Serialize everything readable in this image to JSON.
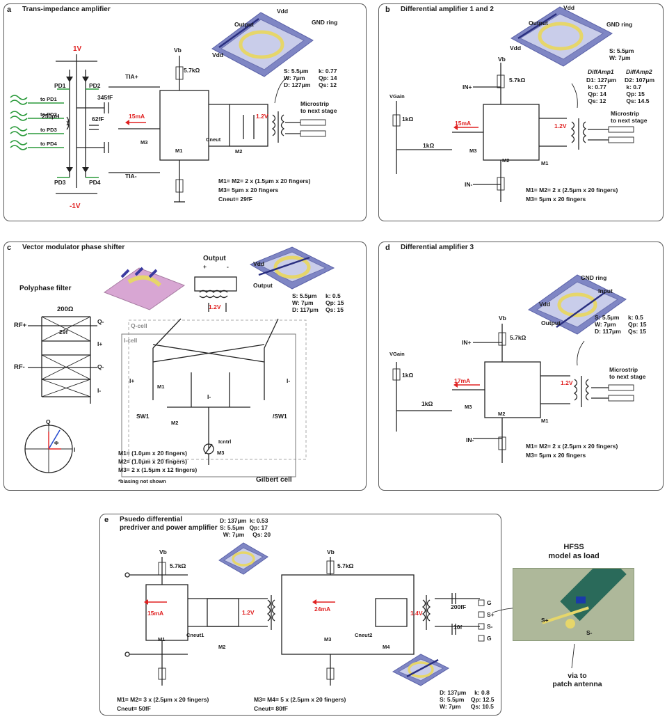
{
  "a": {
    "letter": "a",
    "title": "Trans-impedance amplifier",
    "vdd": "Vdd",
    "gnd_ring": "GND ring",
    "output": "Output",
    "v1": "1V",
    "vneg1": "-1V",
    "vb": "Vb",
    "r": "5.7kΩ",
    "tia_p": "TIA+",
    "tia_n": "TIA-",
    "pd1": "PD1",
    "pd2": "PD2",
    "pd3": "PD3",
    "pd4": "PD4",
    "to_pd": [
      "to PD1",
      "to PD2",
      "to PD3",
      "to PD4"
    ],
    "c345": "345fF",
    "c250": "250pH",
    "c62": "62fF",
    "i": "15mA",
    "v12": "1.2V",
    "m1": "M1",
    "m2": "M2",
    "m3": "M3",
    "cneut": "Cneut",
    "ms": "Microstrip\nto next stage",
    "spec_l": "S: 5.5μm\nW: 7μm\nD: 127μm",
    "spec_r": "k: 0.77\nQp: 14\nQs: 12",
    "notes": [
      "M1= M2= 2 x (1.5μm x 20 fingers)",
      "M3= 5μm x 20 fingers",
      "Cneut= 29fF"
    ]
  },
  "b": {
    "letter": "b",
    "title": "Differential amplifier 1 and 2",
    "vdd": "Vdd",
    "gnd_ring": "GND ring",
    "output": "Output",
    "chip_spec": "S: 5.5μm\nW: 7μm",
    "vb": "Vb",
    "r": "5.7kΩ",
    "in_p": "IN+",
    "in_n": "IN-",
    "vgain": "VGain",
    "r1k": "1kΩ",
    "i": "15mA",
    "v12": "1.2V",
    "m1": "M1",
    "m2": "M2",
    "m3": "M3",
    "diff1": "DiffAmp1",
    "diff2": "DiffAmp2",
    "spec1": "D1: 127μm\n k: 0.77\n Qp: 14\n Qs: 12",
    "spec2": "D2: 107μm\n k: 0.7\n Qp: 15\n Qs: 14.5",
    "ms": "Microstrip\nto next stage",
    "notes": [
      "M1= M2= 2 x (2.5μm x 20 fingers)",
      "M3= 5μm x 20 fingers"
    ]
  },
  "c": {
    "letter": "c",
    "title": "Vector modulator phase shifter",
    "poly": "Polyphase filter",
    "r200": "200Ω",
    "c29": "29f",
    "rfp": "RF+",
    "rfn": "RF-",
    "outs": [
      "Q-",
      "I+",
      "Q-",
      "I-"
    ],
    "output": "Output",
    "plus": "+",
    "minus": "-",
    "vdd": "Vdd",
    "v12": "1.2V",
    "qcell": "Q-cell",
    "icell": "I-cell",
    "ip": "I+",
    "in": "I-",
    "i_mid": "I-",
    "sw1": "SW1",
    "nsw1": "/SW1",
    "icntrl": "Icntrl",
    "m1": "M1",
    "m2": "M2",
    "m3": "M3",
    "gilbert": "Gilbert cell",
    "q": "Q",
    "iaxis": "I",
    "phi": "Φ",
    "spec_l": "S: 5.5μm\nW: 7μm\nD: 117μm",
    "spec_r": "k: 0.5\nQp: 15\nQs: 15",
    "notes": [
      "M1= (1.0μm x 20 fingers)",
      "M2= (1.0μm x 20 fingers)",
      "M3= 2 x (1.5μm x 12 fingers)"
    ],
    "bias": "*biasing not shown"
  },
  "d": {
    "letter": "d",
    "title": "Differential amplifier 3",
    "gnd_ring": "GND ring",
    "vdd": "Vdd",
    "input": "Input",
    "output": "Output",
    "vb": "Vb",
    "r": "5.7kΩ",
    "in_p": "IN+",
    "in_n": "IN-",
    "vgain": "VGain",
    "r1k": "1kΩ",
    "i": "17mA",
    "v12": "1.2V",
    "m1": "M1",
    "m2": "M2",
    "m3": "M3",
    "spec_l": "S: 5.5μm\nW: 7μm\nD: 117μm",
    "spec_r": "k: 0.5\nQp: 15\nQs: 15",
    "ms": "Microstrip\nto next stage",
    "notes": [
      "M1= M2= 2 x (2.5μm x 20 fingers)",
      "M3= 5μm x 20 fingers"
    ]
  },
  "e": {
    "letter": "e",
    "title": "Psuedo differential\npredriver and power amplifier",
    "vb": "Vb",
    "r": "5.7kΩ",
    "i1": "15mA",
    "i2": "24mA",
    "v12": "1.2V",
    "v14": "1.4V",
    "m1": "M1",
    "m2": "M2",
    "m3": "M3",
    "m4": "M4",
    "cn1": "Cneut1",
    "cn2": "Cneut2",
    "c200": "200fF",
    "c10": "10f",
    "pins": [
      "G",
      "S+",
      "S-",
      "G"
    ],
    "spec1": "D: 137μm  k: 0.53\nS: 5.5μm   Qp: 17\n  W: 7μm     Qs: 20",
    "spec2": "D: 137μm     k: 0.8\nS: 5.5μm    Qp: 12.5\nW: 7μm      Qs: 10.5",
    "notes1": [
      "M1= M2= 3 x (2.5μm x 20 fingers)",
      "Cneut= 50fF"
    ],
    "notes2": [
      "M3= M4= 5 x (2.5μm x 20 fingers)",
      "Cneut= 80fF"
    ]
  },
  "hfss": {
    "title": "HFSS\nmodel as load",
    "sp": "S+",
    "sn": "S-",
    "via": "via to\npatch antenna"
  }
}
